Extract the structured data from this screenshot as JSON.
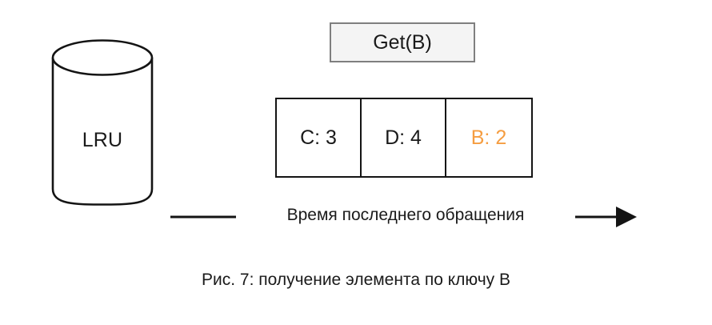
{
  "figure": {
    "background_color": "#ffffff",
    "caption": "Рис. 7: получение элемента по ключу B"
  },
  "store": {
    "icon": "cylinder-database-icon",
    "label": "LRU",
    "stroke_color": "#141414"
  },
  "operation": {
    "label": "Get(B)",
    "fill_color": "#f4f4f4",
    "border_color": "#7f7f7f"
  },
  "cells": {
    "border_color": "#141414",
    "highlight_color": "#f59d41",
    "items": [
      {
        "label": "C: 3",
        "key": "C",
        "value": "3",
        "highlighted": false
      },
      {
        "label": "D: 4",
        "key": "D",
        "value": "4",
        "highlighted": false
      },
      {
        "label": "B: 2",
        "key": "B",
        "value": "2",
        "highlighted": true
      }
    ]
  },
  "axis": {
    "label": "Время последнего обращения",
    "icon": "arrow-right-icon",
    "color": "#141414"
  }
}
